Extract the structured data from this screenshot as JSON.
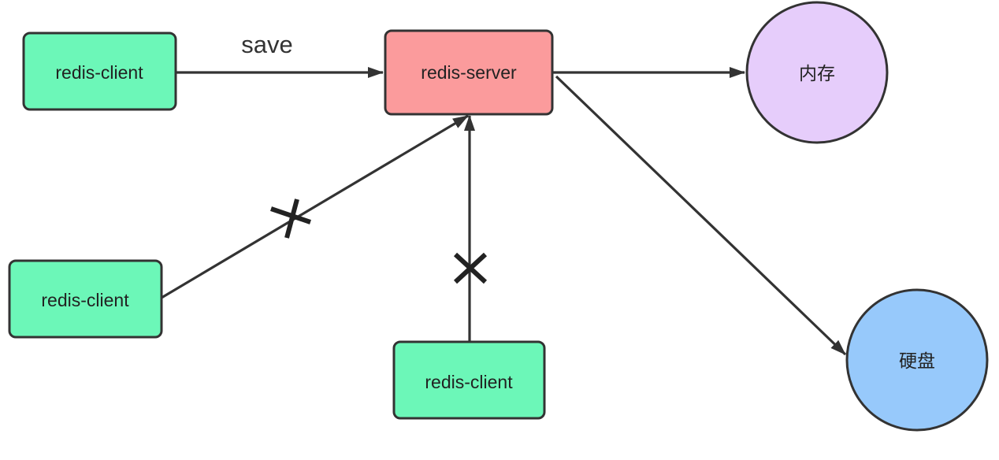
{
  "diagram": {
    "nodes": {
      "client_top": {
        "label": "redis-client",
        "color": "#6cf7b8"
      },
      "client_left": {
        "label": "redis-client",
        "color": "#6cf7b8"
      },
      "client_bottom": {
        "label": "redis-client",
        "color": "#6cf7b8"
      },
      "server": {
        "label": "redis-server",
        "color": "#fb9b9c"
      },
      "memory": {
        "label": "内存",
        "color": "#e6cdfb"
      },
      "disk": {
        "label": "硬盘",
        "color": "#97c9fb"
      }
    },
    "edges": {
      "save": {
        "label": "save"
      }
    },
    "stroke_color": "#333333"
  }
}
